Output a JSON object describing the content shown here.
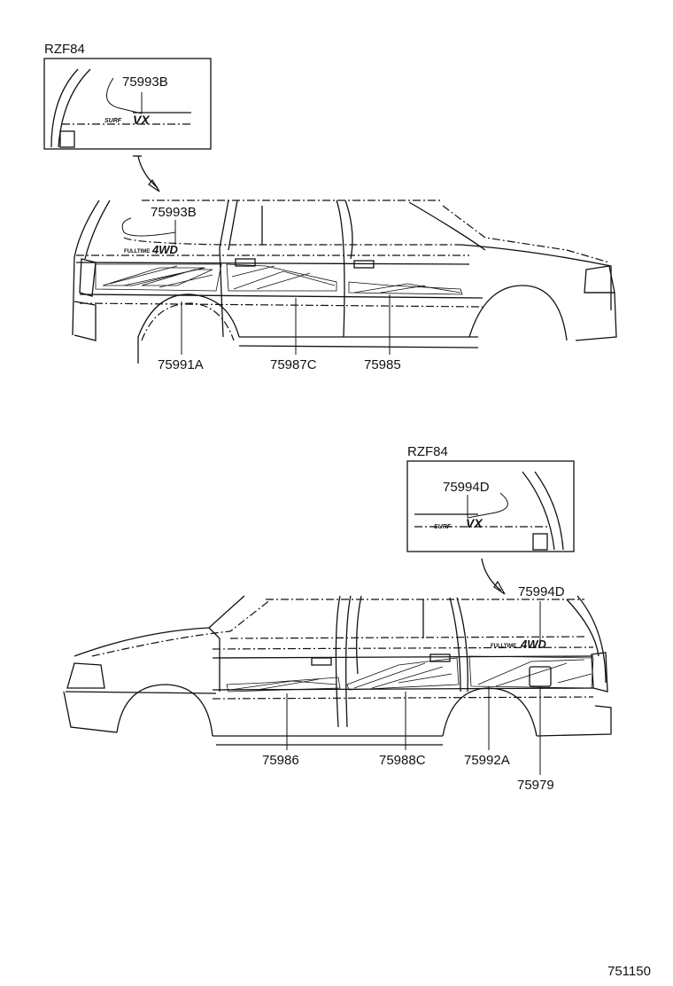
{
  "diagram_id": "751150",
  "top_view": {
    "inset_model": "RZF84",
    "inset_part": "75993B",
    "inset_logo_small": "SURF",
    "inset_logo_large": "VX",
    "body_part_label": "75993B",
    "fulltime_text": "FULLTIME",
    "fourwd_text": "4WD",
    "parts": [
      "75991A",
      "75987C",
      "75985"
    ]
  },
  "bottom_view": {
    "inset_model": "RZF84",
    "inset_part": "75994D",
    "inset_logo_small": "SURF",
    "inset_logo_large": "VX",
    "body_part_label": "75994D",
    "fulltime_text": "FULLTIME",
    "fourwd_text": "4WD",
    "parts": [
      "75986",
      "75988C",
      "75992A",
      "75979"
    ]
  }
}
